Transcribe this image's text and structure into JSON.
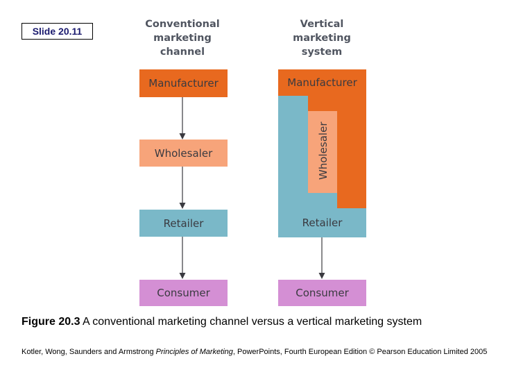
{
  "slide_label": "Slide 20.11",
  "colors": {
    "manufacturer": "#e8691f",
    "wholesaler": "#f7a47a",
    "retailer": "#7ab8c8",
    "consumer": "#d48fd4",
    "header_text": "#505560"
  },
  "conventional": {
    "header": "Conventional\nmarketing\nchannel",
    "manufacturer": "Manufacturer",
    "wholesaler": "Wholesaler",
    "retailer": "Retailer",
    "consumer": "Consumer"
  },
  "vertical": {
    "header": "Vertical\nmarketing\nsystem",
    "manufacturer": "Manufacturer",
    "wholesaler": "Wholesaler",
    "retailer": "Retailer",
    "consumer": "Consumer"
  },
  "caption": {
    "figure": "Figure 20.3",
    "text": " A conventional marketing channel versus a vertical marketing system"
  },
  "footer": {
    "authors": "Kotler, Wong, Saunders and Armstrong ",
    "book": "Principles of Marketing",
    "rest": ", PowerPoints, Fourth European Edition © Pearson Education Limited 2005"
  }
}
